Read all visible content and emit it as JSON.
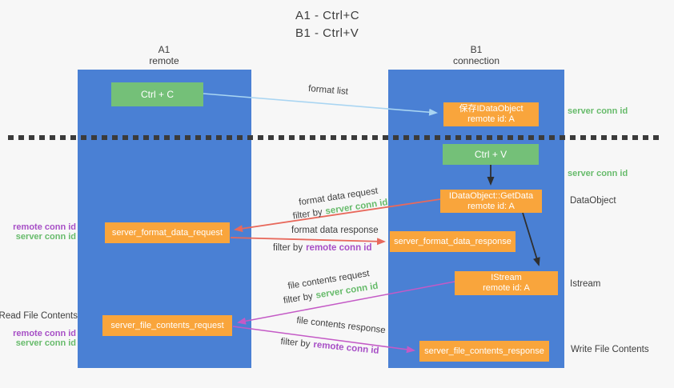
{
  "title": {
    "line1": "A1 - Ctrl+C",
    "line2": "B1 - Ctrl+V"
  },
  "lanes": {
    "a": {
      "name": "A1",
      "role": "remote"
    },
    "b": {
      "name": "B1",
      "role": "connection"
    }
  },
  "nodes": {
    "ctrl_c": {
      "label": "Ctrl + C"
    },
    "save_idataobject": {
      "line1": "保存IDataObject",
      "line2": "remote id: A"
    },
    "ctrl_v": {
      "label": "Ctrl + V"
    },
    "getdata": {
      "line1": "IDataObject::GetData",
      "line2": "remote id: A"
    },
    "format_request": {
      "label": "server_format_data_request"
    },
    "format_response": {
      "label": "server_format_data_response"
    },
    "istream": {
      "line1": "IStream",
      "line2": "remote id: A"
    },
    "file_request": {
      "label": "server_file_contents_request"
    },
    "file_response": {
      "label": "server_file_contents_response"
    }
  },
  "edge_labels": {
    "format_list": "format list",
    "format_data_request": "format data request",
    "format_data_response": "format data response",
    "file_contents_request": "file contents request",
    "file_contents_response": "file contents response",
    "filter_by": "filter by",
    "server_conn_id": "server conn id",
    "remote_conn_id": "remote conn id"
  },
  "side_labels": {
    "right_server_conn_id_top": "server conn id",
    "right_server_conn_id_mid": "server conn id",
    "data_object": "DataObject",
    "istream": "Istream",
    "write_file_contents": "Write File Contents",
    "read_file_contents": "Read File Contents",
    "left_remote_conn_id_top": "remote conn id",
    "left_server_conn_id_top": "server conn id",
    "left_remote_conn_id_bottom": "remote conn id",
    "left_server_conn_id_bottom": "server conn id"
  },
  "colors": {
    "lane_blue": "#4a80d4",
    "green_box": "#74c078",
    "orange_box": "#f9a53c",
    "blue_arrow": "#a9d5f2",
    "red_arrow": "#e8695c",
    "magenta_arrow": "#c45ac6",
    "black_arrow": "#2f2f2f",
    "green_text": "#67bb6b",
    "purple_text": "#a74fc6",
    "background": "#f7f7f7"
  }
}
